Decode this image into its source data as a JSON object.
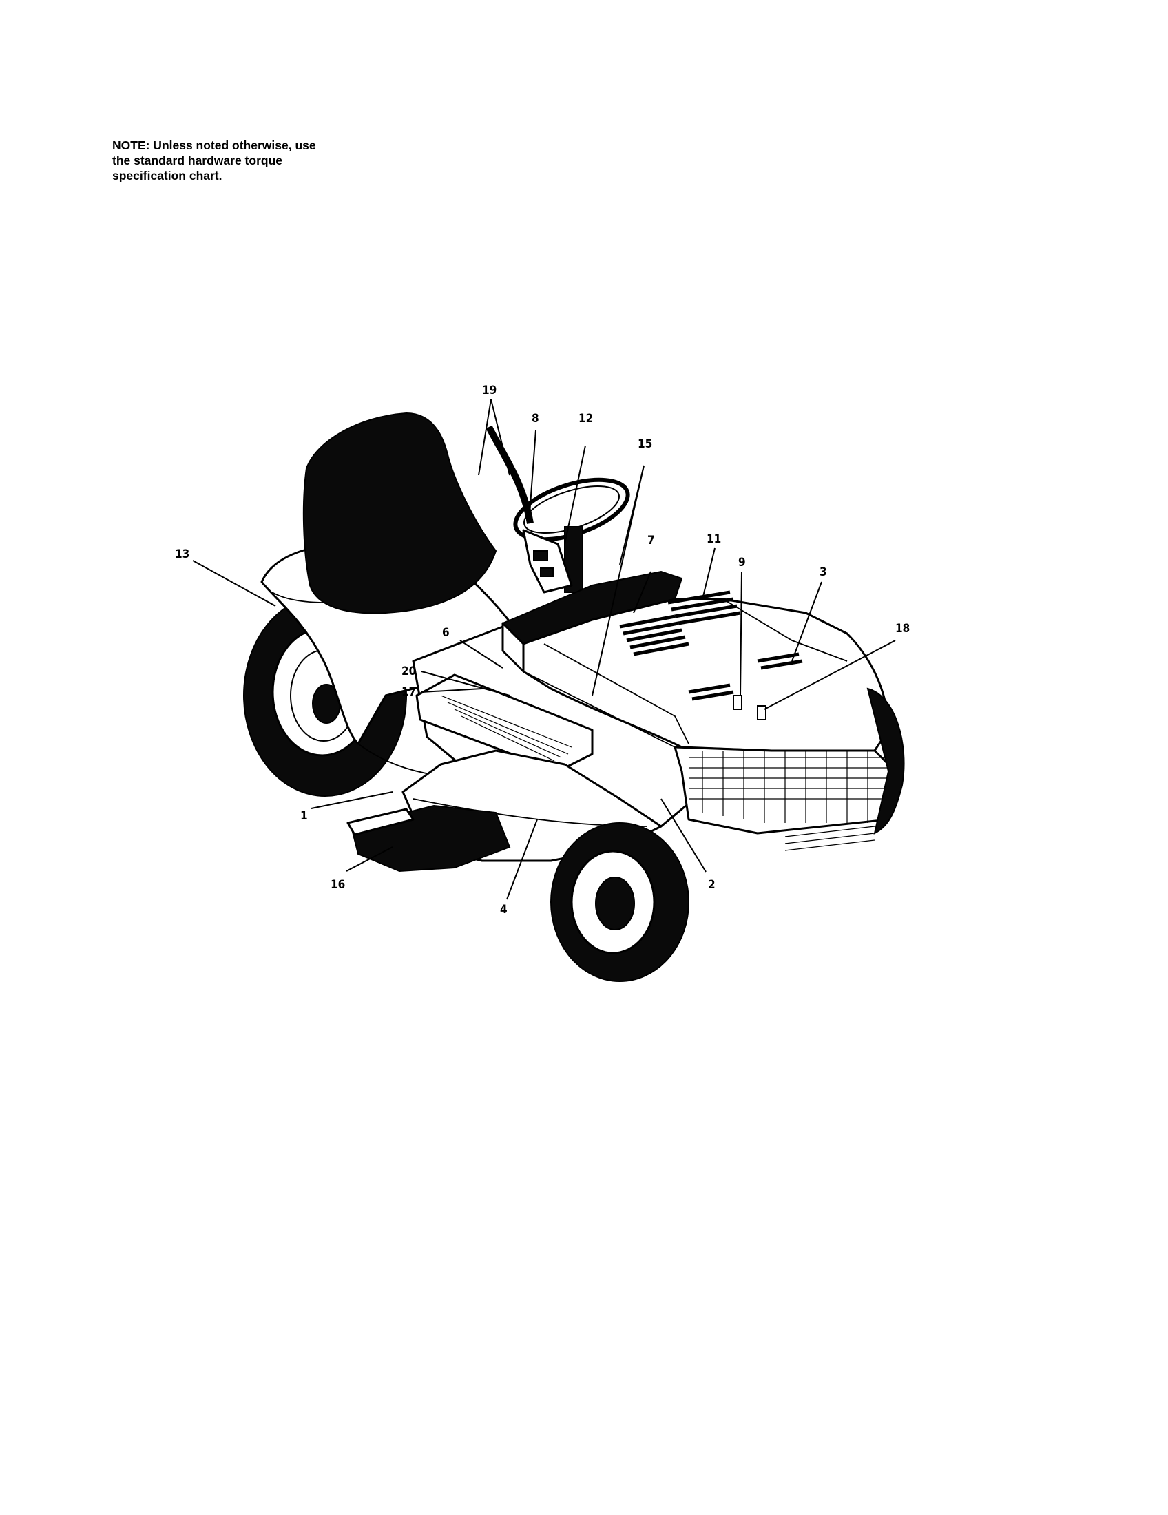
{
  "note": {
    "lines": [
      "NOTE: Unless noted otherwise, use",
      "the standard hardware torque",
      "specification chart."
    ]
  },
  "diagram": {
    "subject": "riding lawn tractor with decal callouts",
    "callouts": [
      {
        "id": "c19",
        "label": "19"
      },
      {
        "id": "c8",
        "label": "8"
      },
      {
        "id": "c12",
        "label": "12"
      },
      {
        "id": "c15",
        "label": "15"
      },
      {
        "id": "c13",
        "label": "13"
      },
      {
        "id": "c7",
        "label": "7"
      },
      {
        "id": "c11",
        "label": "11"
      },
      {
        "id": "c9",
        "label": "9"
      },
      {
        "id": "c3",
        "label": "3"
      },
      {
        "id": "c18",
        "label": "18"
      },
      {
        "id": "c6",
        "label": "6"
      },
      {
        "id": "c20",
        "label": "20"
      },
      {
        "id": "c17",
        "label": "17"
      },
      {
        "id": "c1",
        "label": "1"
      },
      {
        "id": "c16",
        "label": "16"
      },
      {
        "id": "c4",
        "label": "4"
      },
      {
        "id": "c2",
        "label": "2"
      }
    ]
  }
}
